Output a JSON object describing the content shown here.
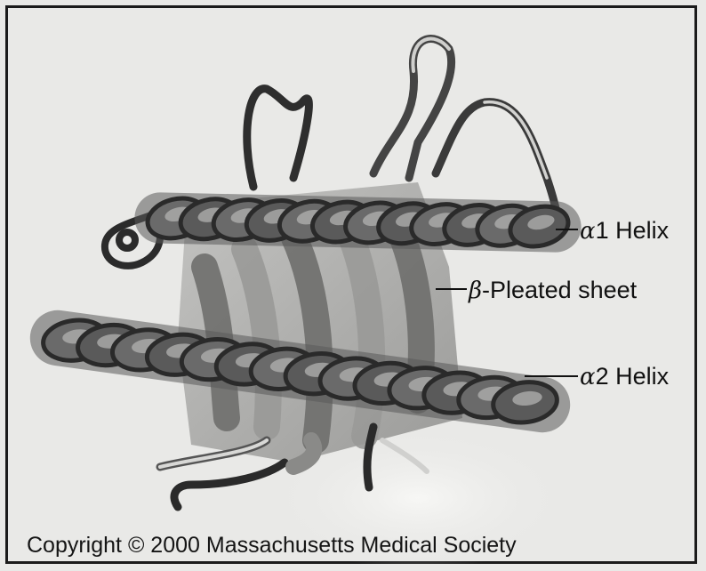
{
  "labels": {
    "alpha1": {
      "greek": "α",
      "text": "1 Helix"
    },
    "beta": {
      "greek": "β",
      "text": "-Pleated sheet"
    },
    "alpha2": {
      "greek": "α",
      "text": "2 Helix"
    }
  },
  "copyright": "Copyright © 2000 Massachusetts Medical Society",
  "colors": {
    "background": "#e9e9e7",
    "ribbon": "#5a5a5a",
    "ribbon_dark": "#2a2a2a",
    "sheet": "#a6a6a6",
    "loop": "#333333"
  }
}
